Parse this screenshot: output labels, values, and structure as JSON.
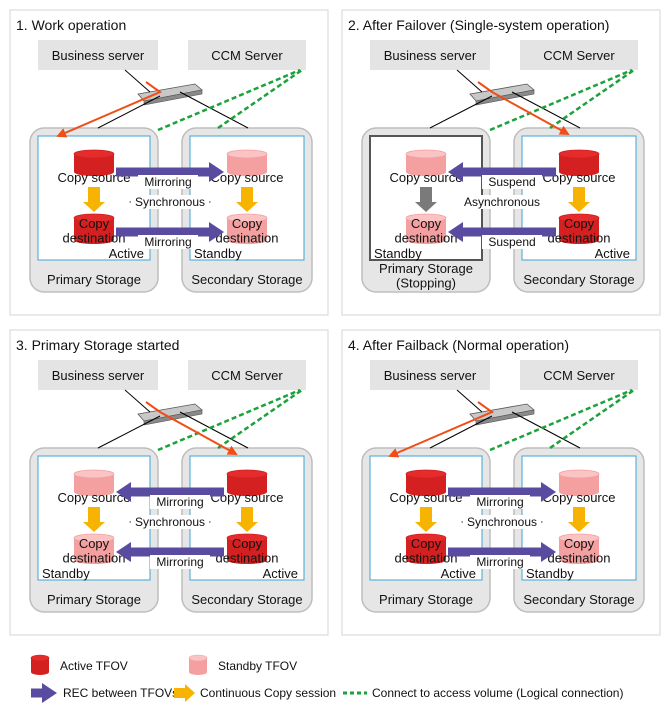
{
  "colors": {
    "active_top": "#e52c2c",
    "active_body": "#d42020",
    "standby_top": "#fbc4c4",
    "standby_body": "#f4a0a0",
    "rec_arrow": "#594ca0",
    "copy_arrow": "#f6b400",
    "logical_connection": "#1aa33a",
    "server_link": "#f04e17",
    "frame_fill": "#e6e6e6",
    "frame_stroke": "#bdbdbd",
    "inner_stroke": "#3fa5d6",
    "server_box": "#e4e4e4"
  },
  "panels": [
    {
      "title": "1. Work operation",
      "business_server": "Business server",
      "ccm_server": "CCM Server",
      "left_storage": {
        "label": "Primary Storage",
        "state": "Active",
        "state_pos": "right",
        "volumes": "active"
      },
      "right_storage": {
        "label": "Secondary Storage",
        "state": "Standby",
        "state_pos": "left",
        "volumes": "standby"
      },
      "copy_source_label": "Copy source",
      "copy_destination_label": "Copy\ndestination",
      "rec_top": "Mirroring",
      "rec_bottom": "Mirroring",
      "sync_label": "Synchronous",
      "direction": "right"
    },
    {
      "title": "2. After Failover (Single-system operation)",
      "business_server": "Business server",
      "ccm_server": "CCM Server",
      "left_storage": {
        "label": "Primary Storage\n(Stopping)",
        "state": "Standby",
        "state_pos": "left",
        "volumes": "standby"
      },
      "right_storage": {
        "label": "Secondary Storage",
        "state": "Active",
        "state_pos": "right",
        "volumes": "active"
      },
      "copy_source_label": "Copy source",
      "copy_destination_label": "Copy\ndestination",
      "rec_top": "Suspend",
      "rec_bottom": "Suspend",
      "sync_label": "Asynchronous",
      "direction": "left"
    },
    {
      "title": "3. Primary Storage started",
      "business_server": "Business server",
      "ccm_server": "CCM Server",
      "left_storage": {
        "label": "Primary Storage",
        "state": "Standby",
        "state_pos": "left",
        "volumes": "standby"
      },
      "right_storage": {
        "label": "Secondary Storage",
        "state": "Active",
        "state_pos": "right",
        "volumes": "active"
      },
      "copy_source_label": "Copy source",
      "copy_destination_label": "Copy\ndestination",
      "rec_top": "Mirroring",
      "rec_bottom": "Mirroring",
      "sync_label": "Synchronous",
      "direction": "left"
    },
    {
      "title": "4. After Failback (Normal operation)",
      "business_server": "Business server",
      "ccm_server": "CCM Server",
      "left_storage": {
        "label": "Primary Storage",
        "state": "Active",
        "state_pos": "right",
        "volumes": "active"
      },
      "right_storage": {
        "label": "Secondary Storage",
        "state": "Standby",
        "state_pos": "left",
        "volumes": "standby"
      },
      "copy_source_label": "Copy source",
      "copy_destination_label": "Copy\ndestination",
      "rec_top": "Mirroring",
      "rec_bottom": "Mirroring",
      "sync_label": "Synchronous",
      "direction": "right"
    }
  ],
  "legend": {
    "active_tfov": "Active TFOV",
    "standby_tfov": "Standby TFOV",
    "rec": "REC between TFOVs",
    "copy_session": "Continuous Copy session",
    "logical_connection": "Connect to access volume (Logical connection)"
  }
}
